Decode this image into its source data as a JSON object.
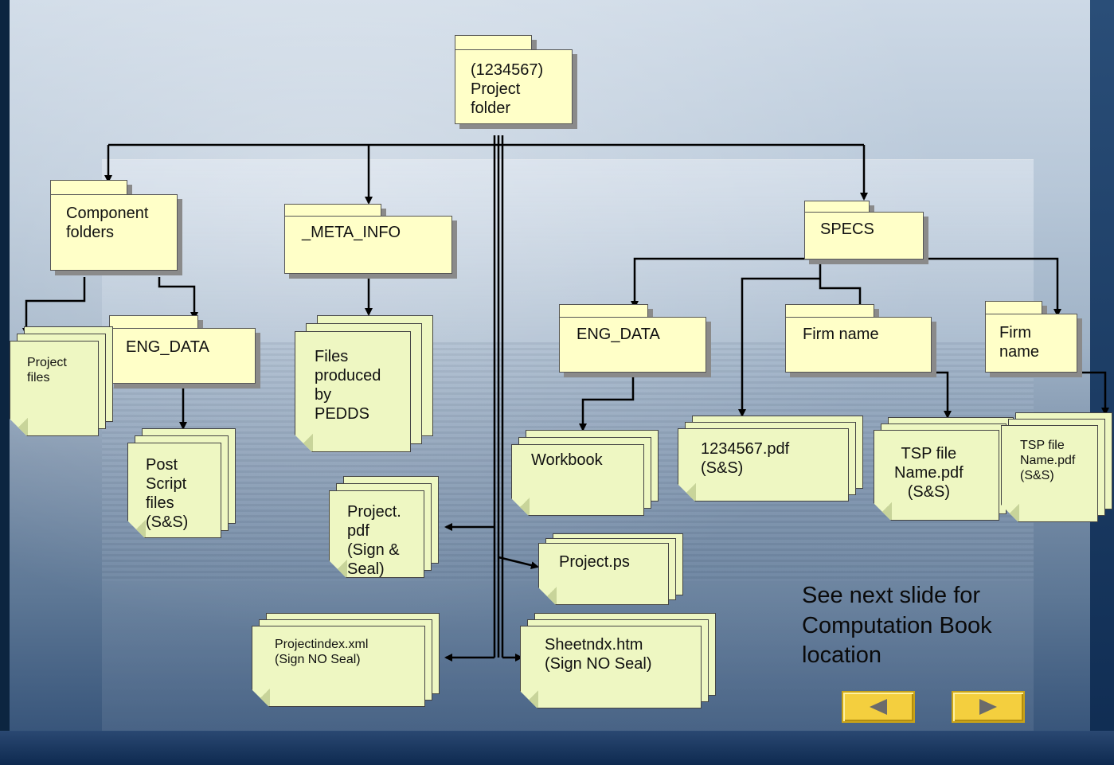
{
  "folders": {
    "project": "(1234567)\nProject\nfolder",
    "component": "Component\nfolders",
    "meta": "_META_INFO",
    "specs": "SPECS",
    "eng_data_left": "ENG_DATA",
    "eng_data_right": "ENG_DATA",
    "firm1": "Firm name",
    "firm2": "Firm\nname"
  },
  "files": {
    "project_files": "Project\nfiles",
    "postscript": "Post\nScript\nfiles\n(S&S)",
    "pedds": "Files\nproduced\nby\nPEDDS",
    "project_pdf": "Project.\npdf\n(Sign &\nSeal)",
    "projectindex": "Projectindex.xml\n(Sign NO Seal)",
    "workbook": "Workbook",
    "project_ps": "Project.ps",
    "sheetndx": "Sheetndx.htm\n(Sign NO Seal)",
    "pdf_1234567": "1234567.pdf\n(S&S)",
    "tsp1": "TSP file\nName.pdf\n(S&S)",
    "tsp2": "TSP file\nName.pdf\n(S&S)"
  },
  "note": "See next slide for Computation Book location",
  "nav": {
    "prev_icon": "triangle-left-icon",
    "next_icon": "triangle-right-icon",
    "color": "#f4cf3e"
  }
}
